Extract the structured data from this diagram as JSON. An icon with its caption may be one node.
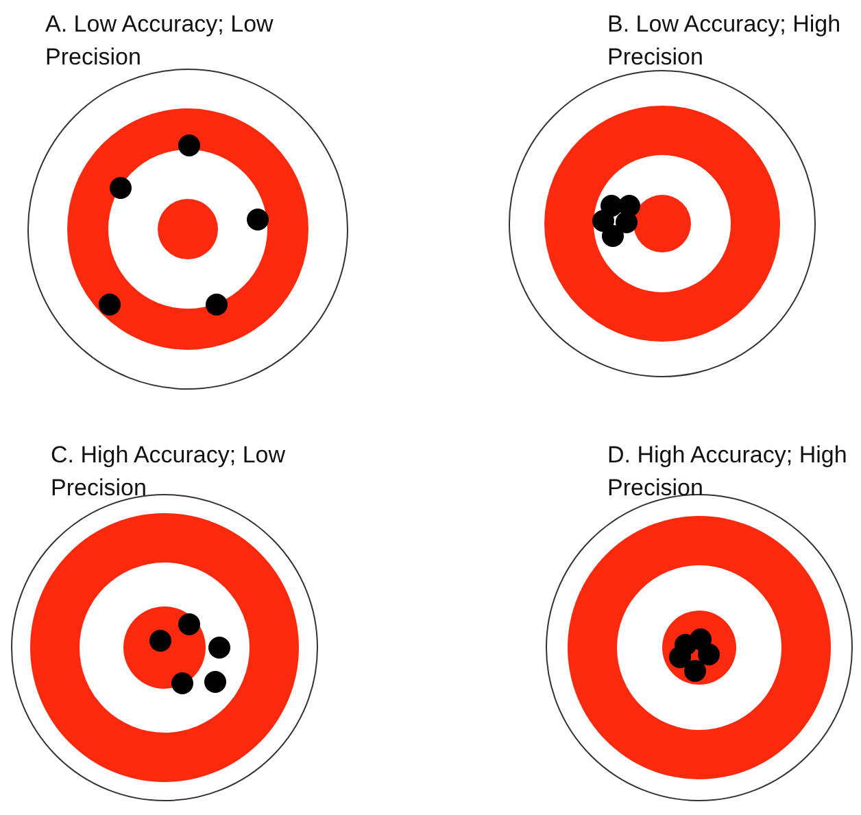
{
  "diagram": {
    "labels": [
      "A. Low Accuracy; Low Precision",
      "B. Low Accuracy; High Precision",
      "C. High Accuracy; Low Precision",
      "D. High Accuracy; High Precision"
    ]
  }
}
